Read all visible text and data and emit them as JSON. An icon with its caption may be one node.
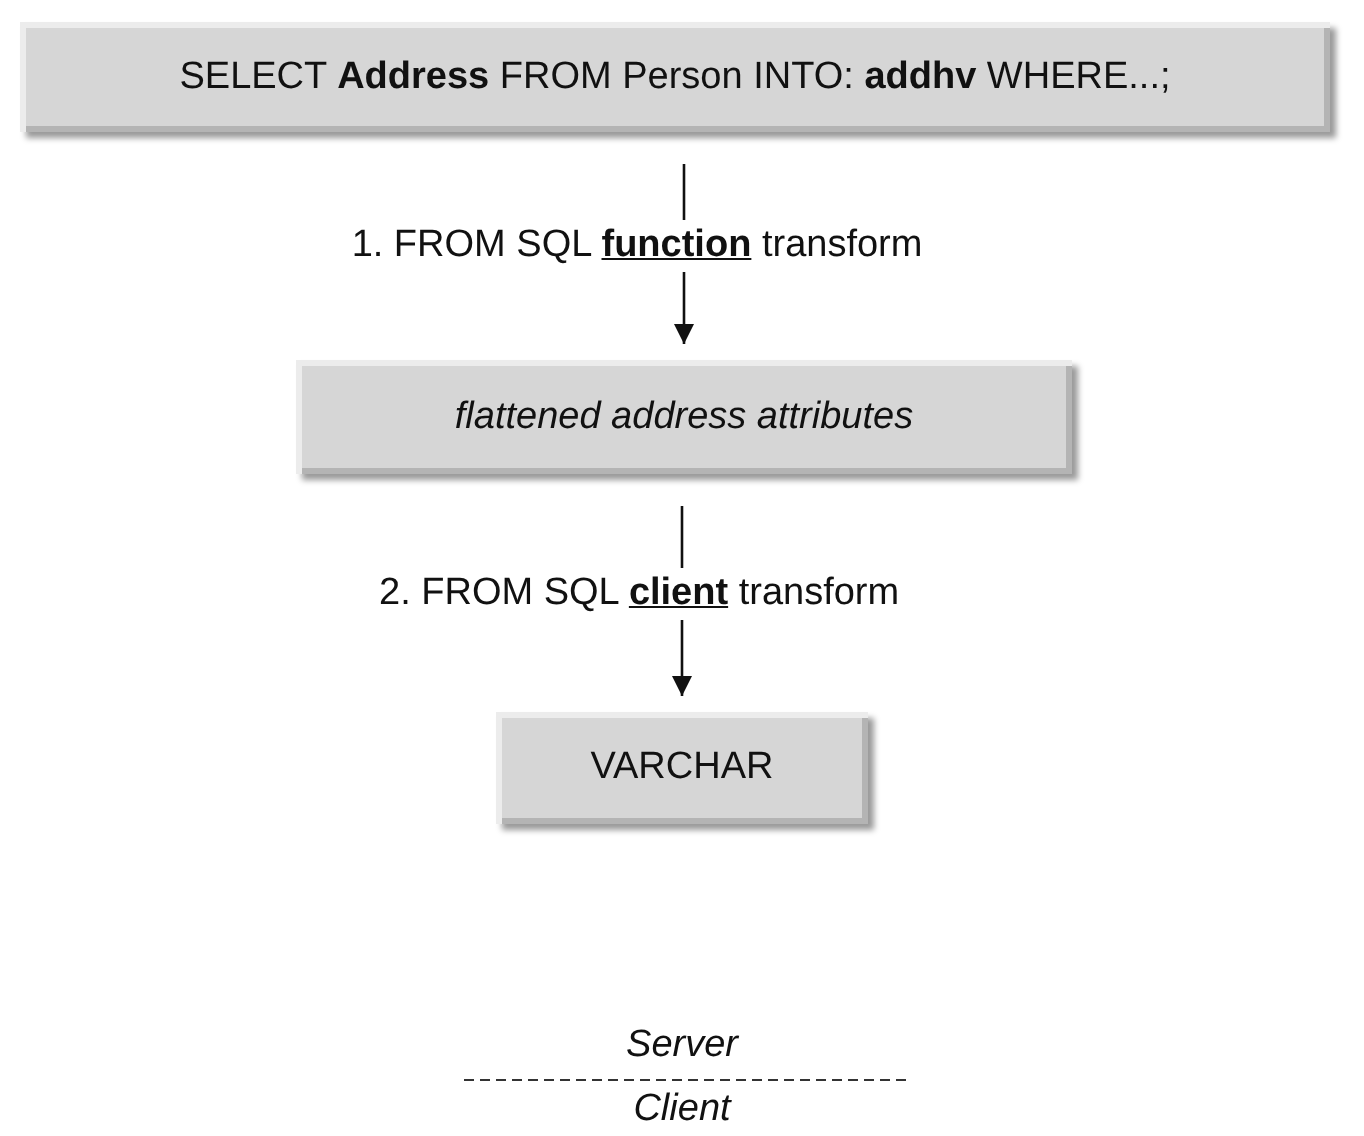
{
  "diagram": {
    "nodes": [
      {
        "text": [
          "SELECT **Address** FROM Person INTO: **addhv** WHERE...;"
        ]
      },
      {
        "text": [
          "flattened address attributes"
        ]
      },
      {
        "text": [
          "VARCHAR"
        ]
      }
    ],
    "edges": [
      {
        "from": 0,
        "to": 1,
        "arrow": "to",
        "label": "1. FROM SQL **function** transform"
      },
      {
        "from": 1,
        "to": 2,
        "arrow": "to",
        "label": "2. FROM SQL **client** transform"
      }
    ],
    "labels": [
      "Server",
      "Client"
    ]
  }
}
